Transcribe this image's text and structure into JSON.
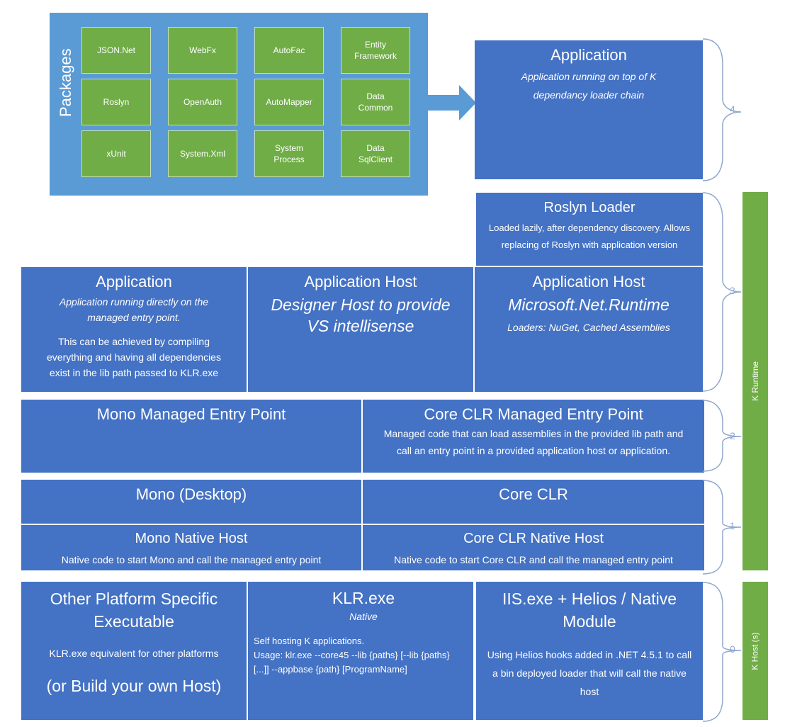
{
  "packages": {
    "label": "Packages",
    "items": [
      "JSON.Net",
      "WebFx",
      "AutoFac",
      "Entity\nFramework",
      "Roslyn",
      "OpenAuth",
      "AutoMapper",
      "Data\nCommon",
      "xUnit",
      "System.Xml",
      "System\nProcess",
      "Data\nSqlClient"
    ]
  },
  "layer4_app": {
    "title": "Application",
    "subtitle": "Application running on top of K dependancy loader chain"
  },
  "roslyn_loader": {
    "title": "Roslyn Loader",
    "desc": "Loaded lazily, after dependency discovery. Allows replacing of Roslyn with application version"
  },
  "app_direct": {
    "title": "Application",
    "subtitle": "Application running directly on the managed entry point.",
    "desc": "This can be achieved by compiling everything and having all dependencies exist in the lib path passed to KLR.exe"
  },
  "app_host_designer": {
    "title": "Application Host",
    "subtitle": "Designer Host to provide VS intellisense"
  },
  "app_host_runtime": {
    "title": "Application Host",
    "subtitle": "Microsoft.Net.Runtime",
    "loaders": "Loaders: NuGet, Cached Assemblies"
  },
  "mono_entry": {
    "title": "Mono Managed Entry Point"
  },
  "coreclr_entry": {
    "title": "Core CLR Managed Entry Point",
    "desc": "Managed code that can load assemblies in the provided lib path and call an entry point in a provided application host or application."
  },
  "mono_desktop": {
    "title": "Mono (Desktop)"
  },
  "core_clr": {
    "title": "Core CLR"
  },
  "mono_native": {
    "title": "Mono Native Host",
    "desc": "Native code to start Mono and call the managed entry point"
  },
  "coreclr_native": {
    "title": "Core CLR Native Host",
    "desc": "Native code to start Core CLR and call the managed entry point"
  },
  "other_platform": {
    "title": "Other Platform Specific Executable",
    "desc": "KLR.exe equivalent for other platforms",
    "note": "(or Build your own Host)"
  },
  "klr": {
    "title": "KLR.exe",
    "subtitle": "Native",
    "desc": "Self hosting K applications.",
    "usage": "Usage: klr.exe --core45 --lib {paths} [--lib {paths} [...]] --appbase {path} [ProgramName]"
  },
  "iis": {
    "title": "IIS.exe + Helios / Native Module",
    "desc": "Using Helios hooks added in .NET 4.5.1 to call a bin deployed loader that will call the native host"
  },
  "layers": {
    "n4": "4",
    "n3": "3",
    "n2": "2",
    "n1": "1",
    "n0": "0"
  },
  "sidebars": {
    "k_runtime": "K Runtime",
    "k_host": "K Host (s)"
  },
  "colors": {
    "block": "#4472c4",
    "package_panel": "#5b9bd5",
    "package": "#70ad47",
    "sidebar": "#70ad47"
  }
}
